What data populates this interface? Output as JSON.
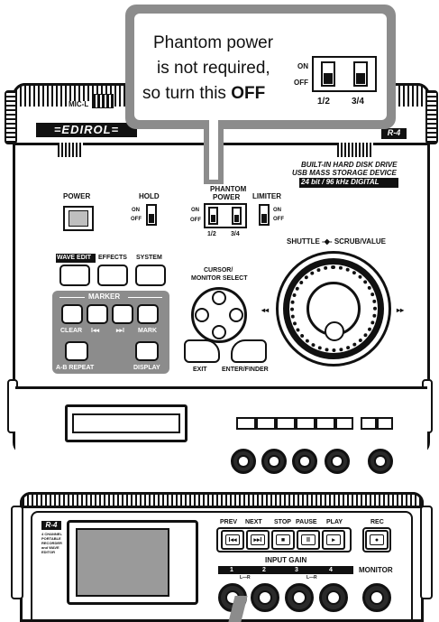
{
  "callout": {
    "line1": "Phantom power",
    "line2": "is not required,",
    "line3_prefix": "so turn this ",
    "line3_bold": "OFF",
    "switch_on": "ON",
    "switch_off": "OFF",
    "switch_label_a": "1/2",
    "switch_label_b": "3/4"
  },
  "top_unit": {
    "mic_label": "MIC-L",
    "brand": "=EDIROL=",
    "model": "R-4",
    "spec_line1": "BUILT-IN HARD DISK DRIVE",
    "spec_line2": "USB MASS STORAGE DEVICE",
    "spec_line3": "24 bit / 96 kHz DIGITAL",
    "power": "POWER",
    "hold": "HOLD",
    "phantom_line1": "PHANTOM",
    "phantom_line2": "POWER",
    "limiter": "LIMITER",
    "on": "ON",
    "off": "OFF",
    "ch_a": "1/2",
    "ch_b": "3/4",
    "wave_edit": "WAVE EDIT",
    "effects": "EFFECTS",
    "system": "SYSTEM",
    "marker": "MARKER",
    "clear": "CLEAR",
    "prev_marker": "I◂◂",
    "next_marker": "▸▸I",
    "mark": "MARK",
    "ab_repeat": "A-B REPEAT",
    "display": "DISPLAY",
    "cursor_line1": "CURSOR/",
    "cursor_line2": "MONITOR SELECT",
    "exit": "EXIT",
    "enter": "ENTER/FINDER",
    "shuttle": "SHUTTLE -◆- SCRUB/VALUE",
    "rewind": "◂◂",
    "forward": "▸▸"
  },
  "front_unit": {
    "badge": "R-4",
    "desc_line1": "4 CHANNEL",
    "desc_line2": "PORTABLE",
    "desc_line3": "RECORDER",
    "desc_line4": "and WAVE",
    "desc_line5": "EDITOR",
    "prev": "PREV",
    "next": "NEXT",
    "stop": "STOP",
    "pause": "PAUSE",
    "play": "PLAY",
    "rec": "REC",
    "input_gain": "INPUT GAIN",
    "ch1": "1",
    "ch2": "2",
    "ch3": "3",
    "ch4": "4",
    "lr_a": "L—R",
    "lr_b": "L—R",
    "monitor": "MONITOR"
  }
}
